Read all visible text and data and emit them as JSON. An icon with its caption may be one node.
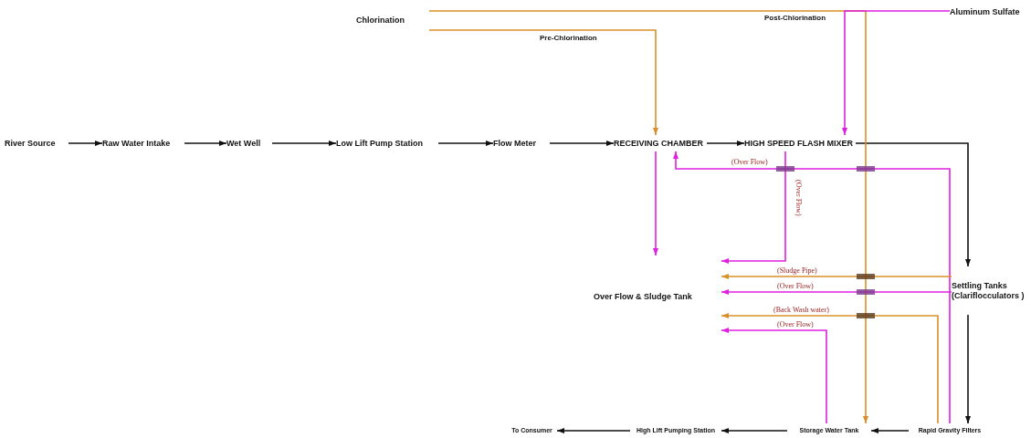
{
  "diagram": {
    "nodes": [
      {
        "text": [
          "River Source"
        ]
      },
      {
        "text": [
          "Raw Water Intake"
        ]
      },
      {
        "text": [
          "Wet Well"
        ]
      },
      {
        "text": [
          "Low Lift Pump Station"
        ]
      },
      {
        "text": [
          "Flow Meter"
        ]
      },
      {
        "text": [
          "RECEIVING CHAMBER"
        ]
      },
      {
        "text": [
          "HIGH SPEED FLASH MIXER"
        ]
      },
      {
        "text": [
          "Chlorination"
        ]
      },
      {
        "text": [
          "Aluminum Sulfate"
        ]
      },
      {
        "text": [
          "Over Flow & Sludge Tank"
        ]
      },
      {
        "text": [
          "Settling Tanks (Clariflocculators )"
        ]
      },
      {
        "text": [
          "Rapid Gravity Filters"
        ]
      },
      {
        "text": [
          "Storage Water Tank"
        ]
      },
      {
        "text": [
          "High Lift Pumping Station"
        ]
      },
      {
        "text": [
          "To Consumer"
        ]
      }
    ],
    "edges": [
      {
        "from": 0,
        "to": 1,
        "arrow": "to"
      },
      {
        "from": 1,
        "to": 2,
        "arrow": "to"
      },
      {
        "from": 2,
        "to": 3,
        "arrow": "to"
      },
      {
        "from": 3,
        "to": 4,
        "arrow": "to"
      },
      {
        "from": 4,
        "to": 5,
        "arrow": "to"
      },
      {
        "from": 5,
        "to": 6,
        "arrow": "to"
      },
      {
        "from": 6,
        "to": 10,
        "arrow": "to"
      },
      {
        "from": 10,
        "to": 11,
        "arrow": "to"
      },
      {
        "from": 11,
        "to": 12,
        "arrow": "to"
      },
      {
        "from": 12,
        "to": 13,
        "arrow": "to"
      },
      {
        "from": 13,
        "to": 14,
        "arrow": "to"
      },
      {
        "from": 7,
        "to": 5,
        "arrow": "to",
        "label": "Pre-Chlorination",
        "color": "#d9902a"
      },
      {
        "from": 7,
        "to": 12,
        "arrow": "to",
        "label": "Post-Chlorination",
        "color": "#d9902a"
      },
      {
        "from": 8,
        "to": 6,
        "arrow": "to",
        "color": "#e020e0"
      },
      {
        "from": 5,
        "to": 9,
        "arrow": "to",
        "color": "#e020e0"
      },
      {
        "from": 11,
        "to": 5,
        "arrow": "to",
        "label": "(Over Flow)",
        "color": "#e020e0"
      },
      {
        "from": 6,
        "to": 9,
        "arrow": "to",
        "label": "(Over Flow)",
        "color": "#e020e0"
      },
      {
        "from": 10,
        "to": 9,
        "arrow": "to",
        "label": "(Sludge Pipe)",
        "color": "#d9902a"
      },
      {
        "from": 10,
        "to": 9,
        "arrow": "to",
        "label": "(Over Flow)",
        "color": "#e020e0"
      },
      {
        "from": 11,
        "to": 9,
        "arrow": "to",
        "label": "(Back Wash water)",
        "color": "#d9902a"
      },
      {
        "from": 12,
        "to": 9,
        "arrow": "to",
        "label": "(Over Flow)",
        "color": "#e020e0"
      }
    ]
  }
}
